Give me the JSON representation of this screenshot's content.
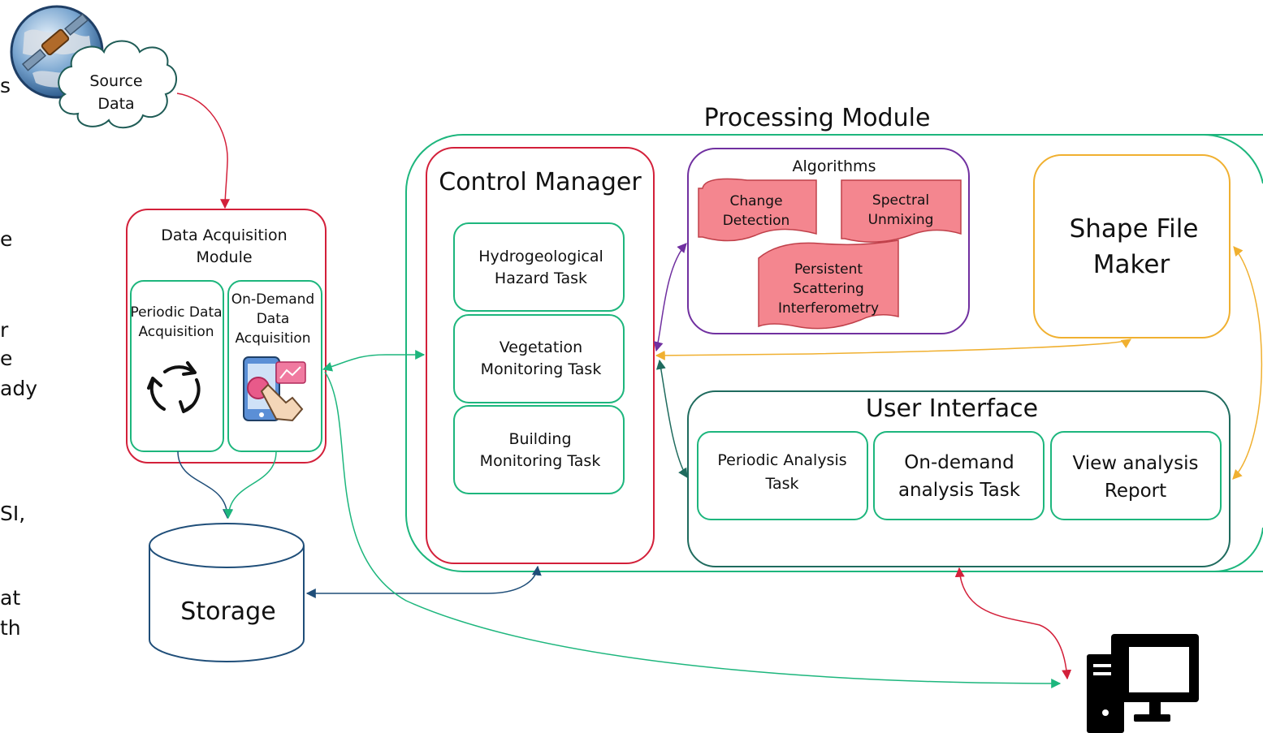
{
  "cut_text": [
    "s",
    "e",
    "r",
    "e",
    "ady",
    "SI,",
    "at",
    "th"
  ],
  "source_data": {
    "line1": "Source",
    "line2": "Data"
  },
  "acquisition": {
    "title_line1": "Data Acquisition",
    "title_line2": "Module",
    "periodic": {
      "line1": "Periodic Data",
      "line2": "Acquisition"
    },
    "on_demand": {
      "line1": "On-Demand",
      "line2": "Data",
      "line3": "Acquisition"
    }
  },
  "storage": {
    "label": "Storage"
  },
  "processing": {
    "title": "Processing Module"
  },
  "control_manager": {
    "title": "Control Manager",
    "tasks": [
      {
        "line1": "Hydrogeological",
        "line2": "Hazard Task"
      },
      {
        "line1": "Vegetation",
        "line2": "Monitoring Task"
      },
      {
        "line1": "Building",
        "line2": "Monitoring Task"
      }
    ]
  },
  "algorithms": {
    "title": "Algorithms",
    "items": [
      {
        "line1": "Change",
        "line2": "Detection"
      },
      {
        "line1": "Spectral",
        "line2": "Unmixing"
      },
      {
        "line1": "Persistent",
        "line2": "Scattering",
        "line3": "Interferometry"
      }
    ]
  },
  "shape_file_maker": {
    "line1": "Shape File",
    "line2": "Maker"
  },
  "user_interface": {
    "title": "User Interface",
    "tasks": [
      {
        "line1": "Periodic Analysis",
        "line2": "Task"
      },
      {
        "line1": "On-demand",
        "line2": "analysis Task"
      },
      {
        "line1": "View analysis",
        "line2": "Report"
      }
    ]
  },
  "colors": {
    "red": "#d3203a",
    "green": "#1db67d",
    "purple": "#7030a0",
    "orange": "#f0b030",
    "teal": "#1f6b5e",
    "navy": "#1f4e79",
    "algo_fill": "#f4868f"
  },
  "icons": [
    "globe-satellite-icon",
    "refresh-cycle-icon",
    "tablet-touch-icon",
    "computer-icon"
  ]
}
